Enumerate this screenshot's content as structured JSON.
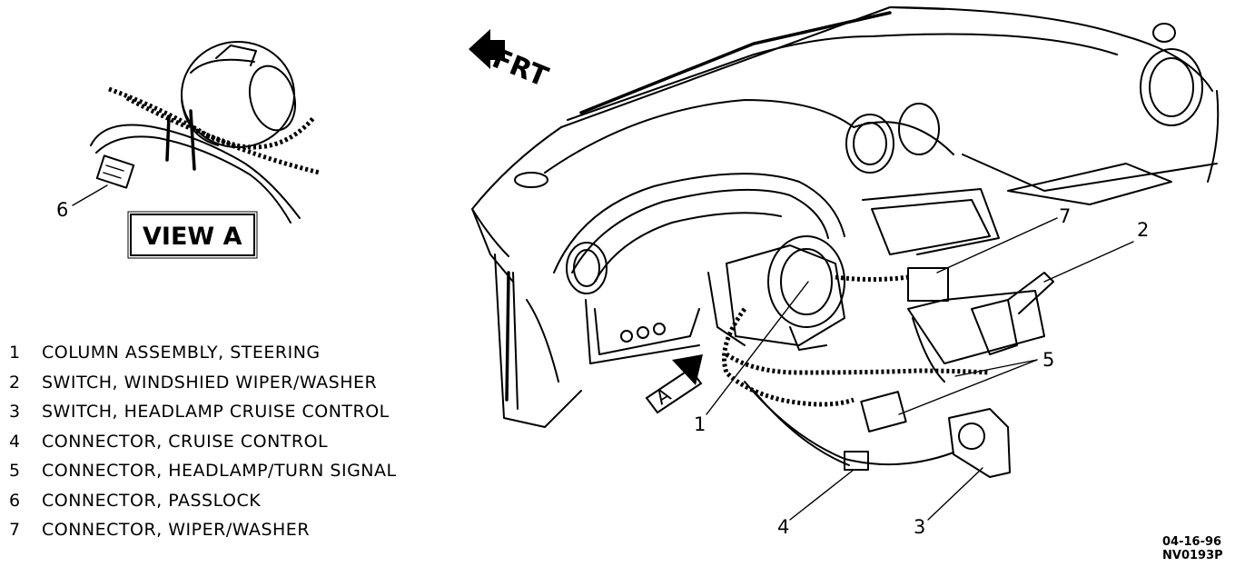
{
  "orientation": {
    "label": "FRT"
  },
  "view": {
    "label": "VIEW A"
  },
  "detail_arrow": {
    "label": "A"
  },
  "callouts": [
    "1",
    "2",
    "3",
    "4",
    "5",
    "6",
    "7"
  ],
  "legend": [
    {
      "num": "1",
      "text": "COLUMN ASSEMBLY, STEERING"
    },
    {
      "num": "2",
      "text": "SWITCH, WINDSHIED WIPER/WASHER"
    },
    {
      "num": "3",
      "text": "SWITCH, HEADLAMP CRUISE CONTROL"
    },
    {
      "num": "4",
      "text": "CONNECTOR, CRUISE CONTROL"
    },
    {
      "num": "5",
      "text": "CONNECTOR, HEADLAMP/TURN SIGNAL"
    },
    {
      "num": "6",
      "text": "CONNECTOR, PASSLOCK"
    },
    {
      "num": "7",
      "text": "CONNECTOR, WIPER/WASHER"
    }
  ],
  "stamp": {
    "date": "04-16-96",
    "code": "NV0193P"
  }
}
